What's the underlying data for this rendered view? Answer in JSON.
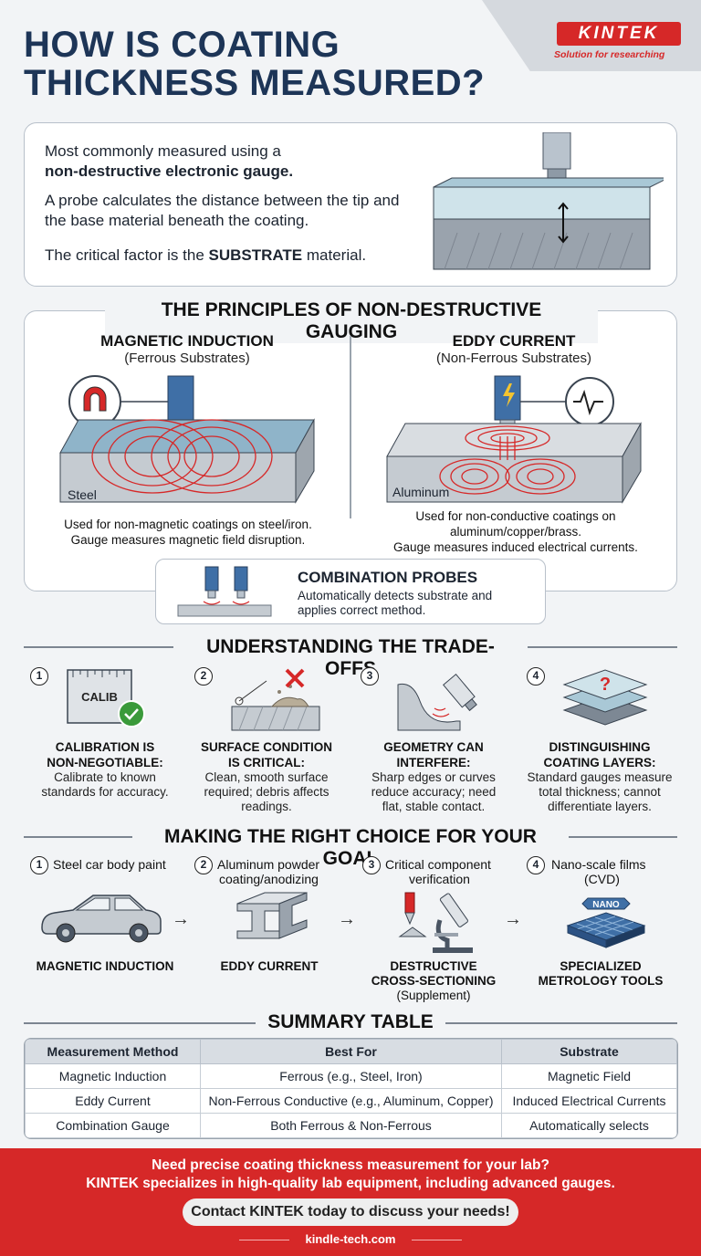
{
  "header": {
    "title_line1": "HOW IS COATING",
    "title_line2": "THICKNESS MEASURED?",
    "logo_text": "KINTEK",
    "tagline": "Solution for researching"
  },
  "intro": {
    "line1": "Most commonly measured using a",
    "line2": "non-destructive electronic gauge.",
    "para2": "A probe calculates the distance between the tip and the base material beneath the coating.",
    "para3_prefix": "The critical factor is the ",
    "para3_bold": "SUBSTRATE",
    "para3_suffix": " material."
  },
  "principles": {
    "heading": "THE PRINCIPLES OF NON-DESTRUCTIVE GAUGING",
    "magnetic": {
      "title": "MAGNETIC INDUCTION",
      "subtitle": "(Ferrous Substrates)",
      "substrate_label": "Steel",
      "caption_line1": "Used for non-magnetic coatings on steel/iron.",
      "caption_line2": "Gauge measures magnetic field disruption."
    },
    "eddy": {
      "title": "EDDY CURRENT",
      "subtitle": "(Non-Ferrous Substrates)",
      "substrate_label": "Aluminum",
      "caption_line1": "Used for non-conductive coatings on",
      "caption_line2": "aluminum/copper/brass.",
      "caption_line3": "Gauge measures induced electrical currents."
    },
    "combination": {
      "title": "COMBINATION PROBES",
      "desc_line1": "Automatically detects substrate and",
      "desc_line2": "applies correct method."
    }
  },
  "tradeoffs": {
    "heading": "UNDERSTANDING THE TRADE-OFFS",
    "items": [
      {
        "num": "1",
        "title1": "CALIBRATION IS",
        "title2": "NON-NEGOTIABLE:",
        "desc1": "Calibrate to known",
        "desc2": "standards for accuracy.",
        "desc3": "",
        "icon": "calibration-icon",
        "icon_text": "CALIB"
      },
      {
        "num": "2",
        "title1": "SURFACE CONDITION",
        "title2": "IS CRITICAL:",
        "desc1": "Clean, smooth surface",
        "desc2": "required; debris affects",
        "desc3": "readings.",
        "icon": "dirty-surface-icon"
      },
      {
        "num": "3",
        "title1": "GEOMETRY CAN",
        "title2": "INTERFERE:",
        "desc1": "Sharp edges or curves",
        "desc2": "reduce accuracy; need",
        "desc3": "flat, stable contact.",
        "icon": "curved-surface-icon"
      },
      {
        "num": "4",
        "title1": "DISTINGUISHING",
        "title2": "COATING LAYERS:",
        "desc1": "Standard gauges measure",
        "desc2": "total thickness; cannot",
        "desc3": "differentiate layers.",
        "icon": "layers-question-icon"
      }
    ]
  },
  "goals": {
    "heading": "MAKING THE RIGHT CHOICE FOR YOUR GOAL",
    "items": [
      {
        "num": "1",
        "label1": "Steel car body paint",
        "label2": "",
        "result1": "MAGNETIC INDUCTION",
        "result2": "",
        "result3": "",
        "icon": "car-icon"
      },
      {
        "num": "2",
        "label1": "Aluminum powder",
        "label2": "coating/anodizing",
        "result1": "EDDY CURRENT",
        "result2": "",
        "result3": "",
        "icon": "aluminum-beam-icon"
      },
      {
        "num": "3",
        "label1": "Critical component",
        "label2": "verification",
        "result1": "DESTRUCTIVE",
        "result2": "CROSS-SECTIONING",
        "result3": "(Supplement)",
        "icon": "microscope-icon"
      },
      {
        "num": "4",
        "label1": "Nano-scale films",
        "label2": "(CVD)",
        "result1": "SPECIALIZED",
        "result2": "METROLOGY TOOLS",
        "result3": "",
        "icon": "nano-film-icon",
        "icon_text": "NANO"
      }
    ]
  },
  "summary": {
    "heading": "SUMMARY TABLE",
    "columns": [
      "Measurement Method",
      "Best For",
      "Substrate"
    ],
    "rows": [
      [
        "Magnetic Induction",
        "Ferrous (e.g., Steel, Iron)",
        "Magnetic Field"
      ],
      [
        "Eddy Current",
        "Non-Ferrous Conductive (e.g., Aluminum, Copper)",
        "Induced Electrical Currents"
      ],
      [
        "Combination Gauge",
        "Both Ferrous & Non-Ferrous",
        "Automatically selects"
      ]
    ]
  },
  "footer": {
    "line1": "Need precise coating thickness measurement for your lab?",
    "line2": "KINTEK specializes in high-quality lab equipment, including advanced gauges.",
    "cta": "Contact KINTEK today to discuss your needs!",
    "site": "kindle-tech.com"
  },
  "colors": {
    "brand_red": "#d62828",
    "navy": "#1d3557",
    "probe_blue": "#3f6fa6"
  }
}
